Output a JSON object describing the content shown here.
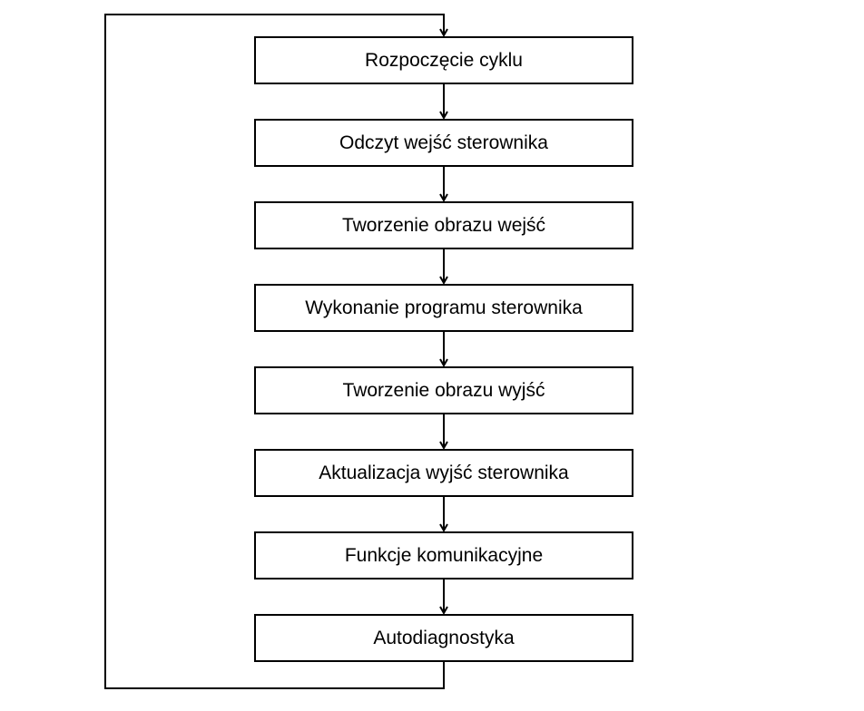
{
  "flowchart": {
    "steps": [
      "Rozpoczęcie cyklu",
      "Odczyt wejść sterownika",
      "Tworzenie obrazu wejść",
      "Wykonanie programu sterownika",
      "Tworzenie obrazu wyjść",
      "Aktualizacja wyjść sterownika",
      "Funkcje komunikacyjne",
      "Autodiagnostyka"
    ],
    "loops_back_to_start": true
  },
  "colors": {
    "line": "#000000",
    "box_border": "#000000",
    "background": "#ffffff"
  }
}
